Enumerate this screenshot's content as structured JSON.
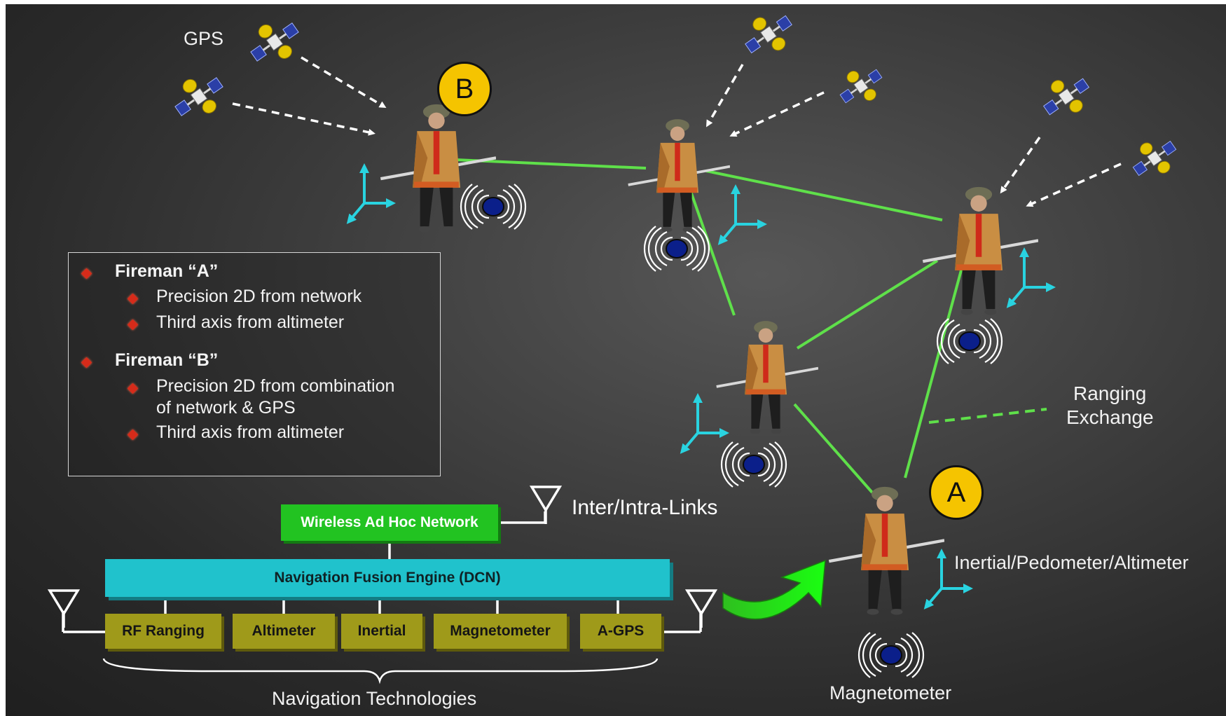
{
  "gps_label": "GPS",
  "badges": {
    "b": "B",
    "a": "A"
  },
  "legend": {
    "fireman_a": {
      "title": "Fireman “A”",
      "items": [
        "Precision 2D from network",
        "Third axis from altimeter"
      ]
    },
    "fireman_b": {
      "title": "Fireman “B”",
      "items": [
        "Precision 2D from combination",
        "of network & GPS",
        "Third axis from altimeter"
      ]
    }
  },
  "ranging_label": [
    "Ranging",
    "Exchange"
  ],
  "inter_links_label": "Inter/Intra-Links",
  "inertial_label": "Inertial/Pedometer/Altimeter",
  "magnetometer_caption": "Magnetometer",
  "stack": {
    "network": "Wireless Ad Hoc Network",
    "fusion_engine": "Navigation Fusion Engine (DCN)",
    "technologies": [
      "RF Ranging",
      "Altimeter",
      "Inertial",
      "Magnetometer",
      "A-GPS"
    ],
    "brace_label": "Navigation Technologies"
  },
  "colors": {
    "link_green": "#5fe04a",
    "axis_cyan": "#29d3e0",
    "badge_yellow": "#f5c400",
    "network_green": "#22c321",
    "fusion_cyan": "#20c2cc",
    "tech_olive": "#9f9a1a",
    "bullet_red": "#d62b1a"
  },
  "icons": [
    "satellite-icon",
    "fireman-icon",
    "magnetometer-icon",
    "axis-icon",
    "antenna-icon"
  ]
}
